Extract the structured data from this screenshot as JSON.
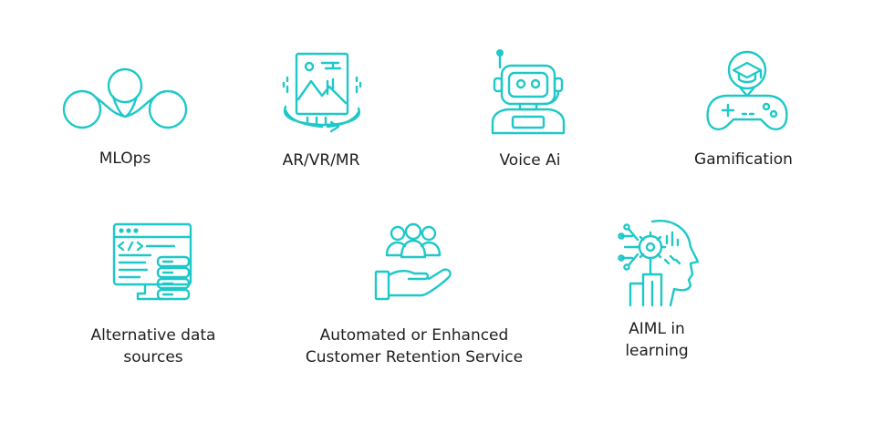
{
  "accent_color": "#1fc8c8",
  "tiles": [
    {
      "icon": "mlops-loops-icon",
      "lines": [
        "MLOps"
      ]
    },
    {
      "icon": "ar-vr-mr-icon",
      "lines": [
        "AR/VR/MR"
      ]
    },
    {
      "icon": "robot-voice-assistant-icon",
      "lines": [
        "Voice Ai"
      ]
    },
    {
      "icon": "gamepad-graduation-icon",
      "lines": [
        "Gamification"
      ]
    },
    {
      "icon": "monitor-code-database-icon",
      "lines": [
        "Alternative data",
        "sources"
      ]
    },
    {
      "icon": "hand-holding-people-icon",
      "lines": [
        "Automated or Enhanced",
        "Customer Retention Service"
      ]
    },
    {
      "icon": "ai-head-gear-icon",
      "lines": [
        "AIML in",
        "learning"
      ]
    }
  ]
}
